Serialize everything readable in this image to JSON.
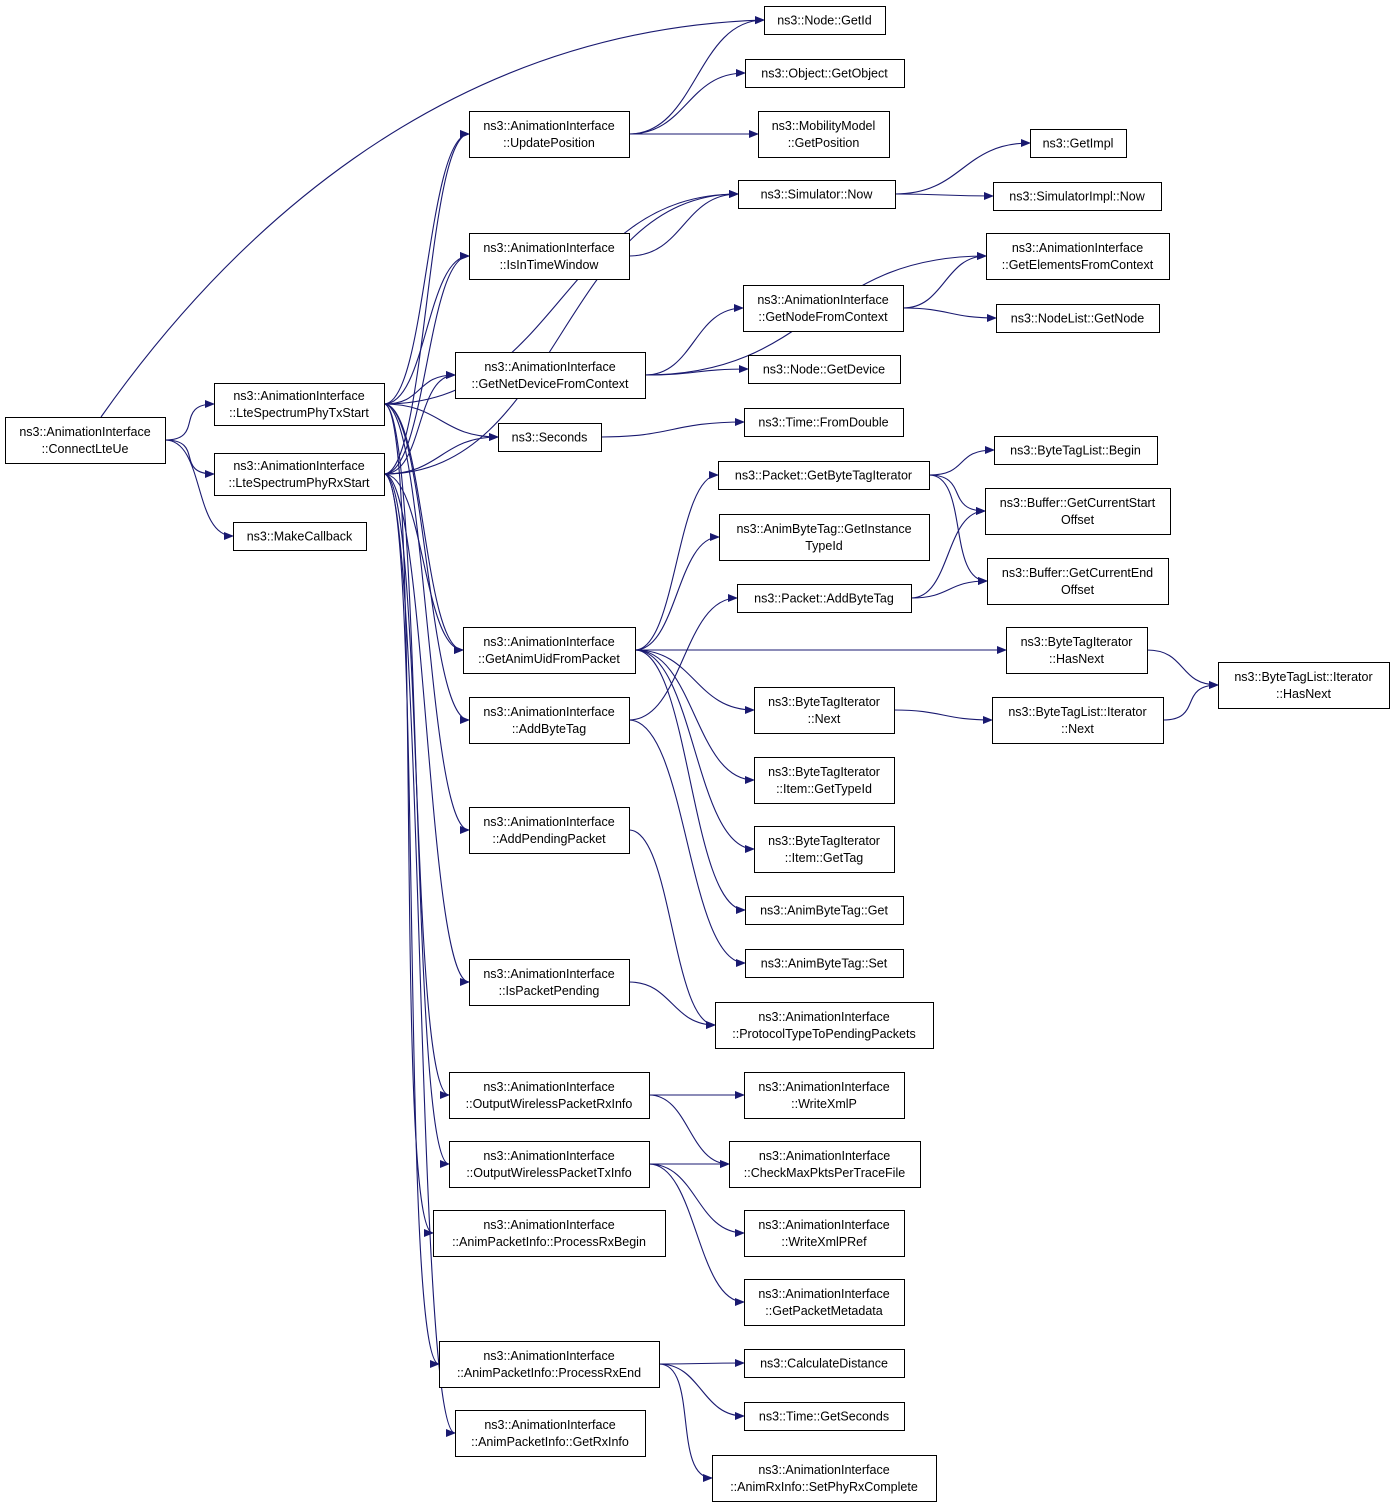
{
  "colors": {
    "edge": "#191970",
    "node_border": "#000000",
    "truncated_border": "#ff0000",
    "root_fill": "#bfbfbf",
    "node_fill": "#ffffff"
  },
  "nodes": [
    {
      "id": "connectlteue",
      "lines": [
        "ns3::AnimationInterface",
        "::ConnectLteUe"
      ],
      "root": true
    },
    {
      "id": "txstart",
      "lines": [
        "ns3::AnimationInterface",
        "::LteSpectrumPhyTxStart"
      ]
    },
    {
      "id": "rxstart",
      "lines": [
        "ns3::AnimationInterface",
        "::LteSpectrumPhyRxStart"
      ]
    },
    {
      "id": "makecallback",
      "lines": [
        "ns3::MakeCallback"
      ]
    },
    {
      "id": "updateposition",
      "lines": [
        "ns3::AnimationInterface",
        "::UpdatePosition"
      ]
    },
    {
      "id": "isintimewindow",
      "lines": [
        "ns3::AnimationInterface",
        "::IsInTimeWindow"
      ]
    },
    {
      "id": "getnetdevice",
      "lines": [
        "ns3::AnimationInterface",
        "::GetNetDeviceFromContext"
      ]
    },
    {
      "id": "seconds",
      "lines": [
        "ns3::Seconds"
      ]
    },
    {
      "id": "getanimuid",
      "lines": [
        "ns3::AnimationInterface",
        "::GetAnimUidFromPacket"
      ]
    },
    {
      "id": "addbytetag",
      "lines": [
        "ns3::AnimationInterface",
        "::AddByteTag"
      ]
    },
    {
      "id": "addpending",
      "lines": [
        "ns3::AnimationInterface",
        "::AddPendingPacket"
      ]
    },
    {
      "id": "ispending",
      "lines": [
        "ns3::AnimationInterface",
        "::IsPacketPending"
      ]
    },
    {
      "id": "outrxinfo",
      "lines": [
        "ns3::AnimationInterface",
        "::OutputWirelessPacketRxInfo"
      ]
    },
    {
      "id": "outtxinfo",
      "lines": [
        "ns3::AnimationInterface",
        "::OutputWirelessPacketTxInfo"
      ]
    },
    {
      "id": "processrxbegin",
      "lines": [
        "ns3::AnimationInterface",
        "::AnimPacketInfo::ProcessRxBegin"
      ]
    },
    {
      "id": "processrxend",
      "lines": [
        "ns3::AnimationInterface",
        "::AnimPacketInfo::ProcessRxEnd"
      ]
    },
    {
      "id": "getrxinfo",
      "lines": [
        "ns3::AnimationInterface",
        "::AnimPacketInfo::GetRxInfo"
      ]
    },
    {
      "id": "nodegetid",
      "lines": [
        "ns3::Node::GetId"
      ]
    },
    {
      "id": "getobject",
      "lines": [
        "ns3::Object::GetObject"
      ],
      "truncated": true
    },
    {
      "id": "mobilitygetpos",
      "lines": [
        "ns3::MobilityModel",
        "::GetPosition"
      ],
      "truncated": true
    },
    {
      "id": "simnow",
      "lines": [
        "ns3::Simulator::Now"
      ]
    },
    {
      "id": "getnodefromctx",
      "lines": [
        "ns3::AnimationInterface",
        "::GetNodeFromContext"
      ]
    },
    {
      "id": "nodegetdevice",
      "lines": [
        "ns3::Node::GetDevice"
      ]
    },
    {
      "id": "fromdouble",
      "lines": [
        "ns3::Time::FromDouble"
      ],
      "truncated": true
    },
    {
      "id": "getbytetagiter",
      "lines": [
        "ns3::Packet::GetByteTagIterator"
      ]
    },
    {
      "id": "getinstancetypeid",
      "lines": [
        "ns3::AnimByteTag::GetInstance",
        "TypeId"
      ]
    },
    {
      "id": "packetaddbytetag",
      "lines": [
        "ns3::Packet::AddByteTag"
      ],
      "truncated": true
    },
    {
      "id": "btinext",
      "lines": [
        "ns3::ByteTagIterator",
        "::Next"
      ],
      "truncated": true
    },
    {
      "id": "itemgettypeid",
      "lines": [
        "ns3::ByteTagIterator",
        "::Item::GetTypeId"
      ]
    },
    {
      "id": "itemgettag",
      "lines": [
        "ns3::ByteTagIterator",
        "::Item::GetTag"
      ],
      "truncated": true
    },
    {
      "id": "animbytetagget",
      "lines": [
        "ns3::AnimByteTag::Get"
      ]
    },
    {
      "id": "animbytetagset",
      "lines": [
        "ns3::AnimByteTag::Set"
      ]
    },
    {
      "id": "prototypetopending",
      "lines": [
        "ns3::AnimationInterface",
        "::ProtocolTypeToPendingPackets"
      ]
    },
    {
      "id": "writexmlp",
      "lines": [
        "ns3::AnimationInterface",
        "::WriteXmlP"
      ],
      "truncated": true
    },
    {
      "id": "checkmaxpkts",
      "lines": [
        "ns3::AnimationInterface",
        "::CheckMaxPktsPerTraceFile"
      ],
      "truncated": true
    },
    {
      "id": "writexmlpref",
      "lines": [
        "ns3::AnimationInterface",
        "::WriteXmlPRef"
      ],
      "truncated": true
    },
    {
      "id": "getpacketmetadata",
      "lines": [
        "ns3::AnimationInterface",
        "::GetPacketMetadata"
      ],
      "truncated": true
    },
    {
      "id": "calcdistance",
      "lines": [
        "ns3::CalculateDistance"
      ]
    },
    {
      "id": "timegetseconds",
      "lines": [
        "ns3::Time::GetSeconds"
      ],
      "truncated": true
    },
    {
      "id": "setphyrxcomplete",
      "lines": [
        "ns3::AnimationInterface",
        "::AnimRxInfo::SetPhyRxComplete"
      ]
    },
    {
      "id": "getimpl",
      "lines": [
        "ns3::GetImpl"
      ],
      "truncated": true
    },
    {
      "id": "simimplnow",
      "lines": [
        "ns3::SimulatorImpl::Now"
      ]
    },
    {
      "id": "getelementsfromctx",
      "lines": [
        "ns3::AnimationInterface",
        "::GetElementsFromContext"
      ]
    },
    {
      "id": "nodelistgetnode",
      "lines": [
        "ns3::NodeList::GetNode"
      ],
      "truncated": true
    },
    {
      "id": "bytetaglistbegin",
      "lines": [
        "ns3::ByteTagList::Begin"
      ]
    },
    {
      "id": "bufgetcurstart",
      "lines": [
        "ns3::Buffer::GetCurrentStart",
        "Offset"
      ]
    },
    {
      "id": "bufgetcurend",
      "lines": [
        "ns3::Buffer::GetCurrentEnd",
        "Offset"
      ]
    },
    {
      "id": "btihasnext",
      "lines": [
        "ns3::ByteTagIterator",
        "::HasNext"
      ]
    },
    {
      "id": "btliternext",
      "lines": [
        "ns3::ByteTagList::Iterator",
        "::Next"
      ],
      "truncated": true
    },
    {
      "id": "btliterhasnext",
      "lines": [
        "ns3::ByteTagList::Iterator",
        "::HasNext"
      ]
    }
  ],
  "edges": [
    [
      "connectlteue",
      "txstart"
    ],
    [
      "connectlteue",
      "rxstart"
    ],
    [
      "connectlteue",
      "makecallback"
    ],
    [
      "connectlteue",
      "nodegetid"
    ],
    [
      "txstart",
      "updateposition"
    ],
    [
      "txstart",
      "isintimewindow"
    ],
    [
      "txstart",
      "getnetdevice"
    ],
    [
      "txstart",
      "seconds"
    ],
    [
      "txstart",
      "getanimuid"
    ],
    [
      "txstart",
      "addbytetag"
    ],
    [
      "txstart",
      "addpending"
    ],
    [
      "txstart",
      "outtxinfo"
    ],
    [
      "txstart",
      "processrxbegin"
    ],
    [
      "txstart",
      "simnow"
    ],
    [
      "rxstart",
      "updateposition"
    ],
    [
      "rxstart",
      "isintimewindow"
    ],
    [
      "rxstart",
      "getnetdevice"
    ],
    [
      "rxstart",
      "seconds"
    ],
    [
      "rxstart",
      "getanimuid"
    ],
    [
      "rxstart",
      "ispending"
    ],
    [
      "rxstart",
      "outrxinfo"
    ],
    [
      "rxstart",
      "processrxend"
    ],
    [
      "rxstart",
      "getrxinfo"
    ],
    [
      "rxstart",
      "simnow"
    ],
    [
      "updateposition",
      "nodegetid"
    ],
    [
      "updateposition",
      "getobject"
    ],
    [
      "updateposition",
      "mobilitygetpos"
    ],
    [
      "isintimewindow",
      "simnow"
    ],
    [
      "getnetdevice",
      "getnodefromctx"
    ],
    [
      "getnetdevice",
      "nodegetdevice"
    ],
    [
      "getnetdevice",
      "getelementsfromctx"
    ],
    [
      "seconds",
      "fromdouble"
    ],
    [
      "getanimuid",
      "getbytetagiter"
    ],
    [
      "getanimuid",
      "getinstancetypeid"
    ],
    [
      "getanimuid",
      "btihasnext"
    ],
    [
      "getanimuid",
      "btinext"
    ],
    [
      "getanimuid",
      "itemgettypeid"
    ],
    [
      "getanimuid",
      "itemgettag"
    ],
    [
      "getanimuid",
      "animbytetagget"
    ],
    [
      "addbytetag",
      "packetaddbytetag"
    ],
    [
      "addbytetag",
      "animbytetagset"
    ],
    [
      "addpending",
      "prototypetopending"
    ],
    [
      "ispending",
      "prototypetopending"
    ],
    [
      "outrxinfo",
      "writexmlp"
    ],
    [
      "outrxinfo",
      "checkmaxpkts"
    ],
    [
      "outtxinfo",
      "checkmaxpkts"
    ],
    [
      "outtxinfo",
      "writexmlpref"
    ],
    [
      "outtxinfo",
      "getpacketmetadata"
    ],
    [
      "processrxend",
      "calcdistance"
    ],
    [
      "processrxend",
      "timegetseconds"
    ],
    [
      "processrxend",
      "setphyrxcomplete"
    ],
    [
      "simnow",
      "getimpl"
    ],
    [
      "simnow",
      "simimplnow"
    ],
    [
      "getnodefromctx",
      "getelementsfromctx"
    ],
    [
      "getnodefromctx",
      "nodelistgetnode"
    ],
    [
      "getbytetagiter",
      "bytetaglistbegin"
    ],
    [
      "getbytetagiter",
      "bufgetcurstart"
    ],
    [
      "getbytetagiter",
      "bufgetcurend"
    ],
    [
      "packetaddbytetag",
      "bufgetcurstart"
    ],
    [
      "packetaddbytetag",
      "bufgetcurend"
    ],
    [
      "btihasnext",
      "btliterhasnext"
    ],
    [
      "btinext",
      "btliternext"
    ],
    [
      "btliternext",
      "btliterhasnext"
    ]
  ]
}
